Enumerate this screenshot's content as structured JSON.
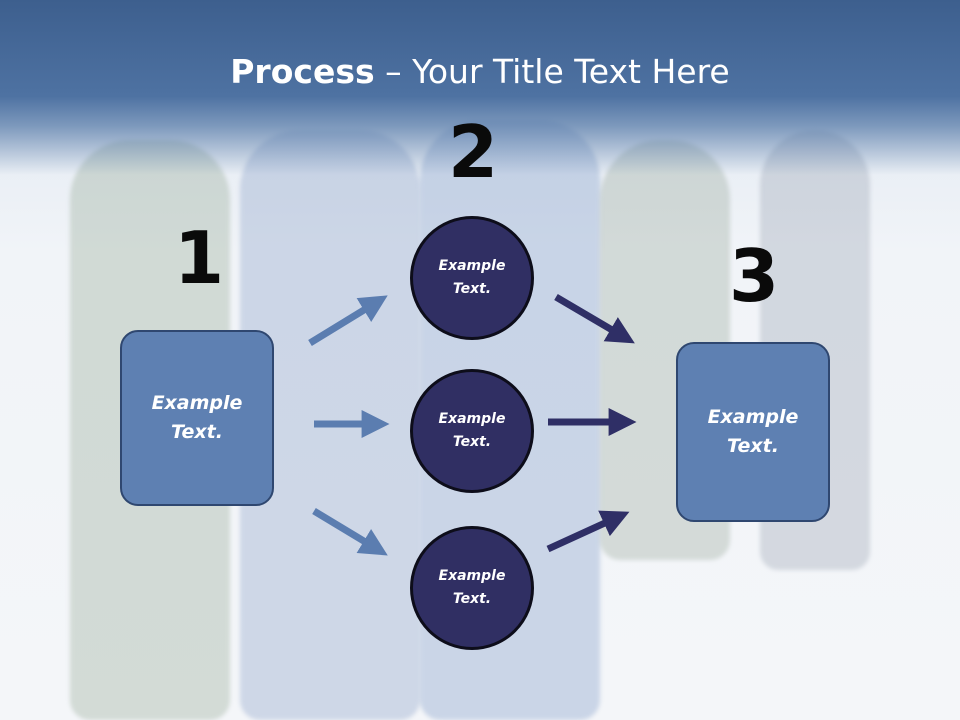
{
  "title": {
    "bold": "Process",
    "rest": " – Your Title Text Here"
  },
  "steps": [
    {
      "number": "1",
      "label": "Example\nText."
    },
    {
      "number": "2",
      "label": "Example\nText."
    },
    {
      "number": "3",
      "label": "Example\nText."
    }
  ],
  "circles": [
    {
      "label": "Example\nText."
    },
    {
      "label": "Example\nText."
    },
    {
      "label": "Example\nText."
    }
  ],
  "colors": {
    "header": "#4e72a2",
    "box_fill": "#5e80b2",
    "circle_fill": "#302f63",
    "arrow_light": "#5b7db0",
    "arrow_dark": "#2f2f66"
  }
}
